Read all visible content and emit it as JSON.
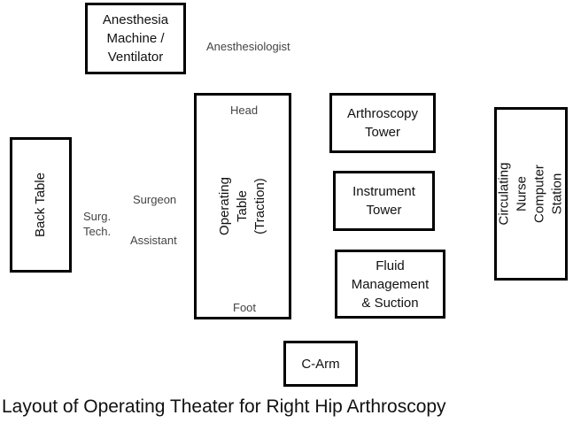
{
  "diagram": {
    "title": "Layout of Operating Theater for Right Hip Arthroscopy",
    "equipment": {
      "anesthesia_machine": "Anesthesia\nMachine /\nVentilator",
      "back_table": "Back Table",
      "operating_table": "Operating Table\n(Traction)",
      "arthroscopy_tower": "Arthroscopy\nTower",
      "instrument_tower": "Instrument\nTower",
      "fluid_management": "Fluid\nManagement\n& Suction",
      "circulating_nurse": "Circulating Nurse\nComputer Station",
      "c_arm": "C-Arm"
    },
    "personnel": {
      "anesthesiologist": "Anesthesiologist",
      "surgeon": "Surgeon",
      "assistant": "Assistant",
      "surg_tech": "Surg.\nTech."
    },
    "table_ends": {
      "head": "Head",
      "foot": "Foot"
    }
  }
}
